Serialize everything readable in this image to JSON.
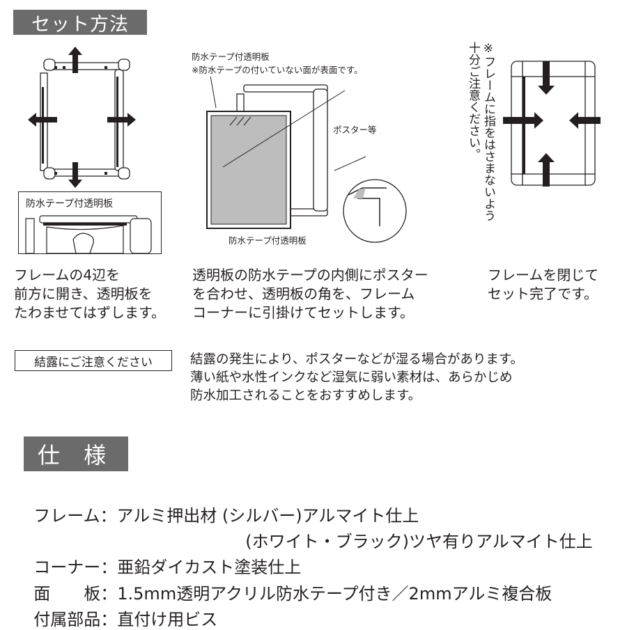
{
  "setup": {
    "title": "セット方法",
    "step1": {
      "inset_label": "防水テープ付透明板",
      "caption": "フレームの4辺を\n前方に開き、透明板を\nたわませてはずします。"
    },
    "step2": {
      "label_top_1": "防水テープ付透明板",
      "label_top_2": "※防水テープの付いていない面が表面です。",
      "label_poster": "ポスター等",
      "label_bottom": "防水テープ付透明板",
      "caption": "透明板の防水テープの内側にポスター\nを合わせ、透明板の角を、フレーム\nコーナーに引掛けてセットします。"
    },
    "step3": {
      "warning": "※フレームに指をはさまないよう\n十分ご注意ください。",
      "caption": "フレームを閉じて\nセット完了です。"
    }
  },
  "notice": {
    "badge": "結露にご注意ください",
    "text": "結露の発生により、ポスターなどが湿る場合があります。\n薄い紙や水性インクなど湿気に弱い素材は、あらかじめ\n防水加工されることをおすすめします。"
  },
  "specs": {
    "title": "仕 様",
    "rows": [
      {
        "label": "フレーム",
        "value": "アルミ押出材 (シルバー)アルマイト仕上"
      },
      {
        "label": "",
        "value": "(ホワイト・ブラック)ツヤ有りアルマイト仕上"
      },
      {
        "label": "コーナー",
        "value": "亜鉛ダイカスト塗装仕上"
      },
      {
        "label": "面　　板",
        "value": "1.5mm透明アクリル防水テープ付き／2mmアルミ複合板"
      },
      {
        "label": "付属部品",
        "value": "直付け用ビス"
      }
    ]
  },
  "colors": {
    "header_bg": "#6b6b6b",
    "text": "#231f20",
    "poster_fill": "#bdbdbd"
  }
}
